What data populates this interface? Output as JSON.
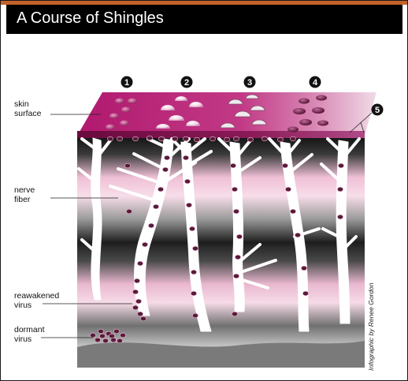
{
  "title": "A Course of Shingles",
  "steps": [
    "1",
    "2",
    "3",
    "4",
    "5"
  ],
  "labels": {
    "skin_surface": [
      "skin",
      "surface"
    ],
    "nerve_fiber": [
      "nerve",
      "fiber"
    ],
    "reawakened_virus": [
      "reawakened",
      "virus"
    ],
    "dormant_virus": [
      "dormant",
      "virus"
    ]
  },
  "credit": "Infographic by Renee Gordon",
  "colors": {
    "header_bg": "#000000",
    "accent_top": "#c2622a",
    "skin": "#b0186e",
    "skin_light": "#e8a8cc",
    "tissue_pink": "#f4c8dc",
    "tissue_dark": "#2a2a2a",
    "nerve": "#ffffff",
    "virus": "#5a1a3a"
  }
}
